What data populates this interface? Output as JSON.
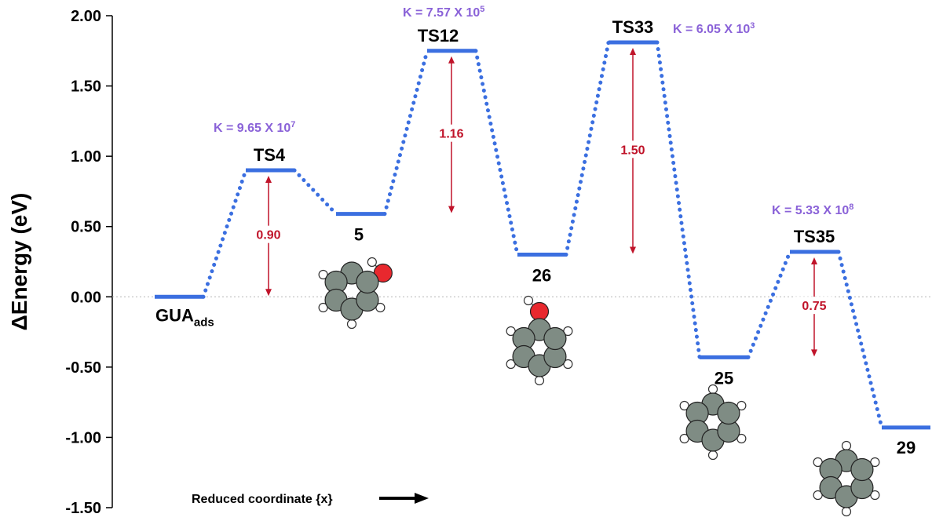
{
  "chart_data": {
    "type": "line",
    "title": "",
    "ylabel": "ΔEnergy (eV)",
    "xlabel": "Reduced coordinate {x}",
    "ylim": [
      -1.5,
      2.0
    ],
    "yticks": [
      "2.00",
      "1.50",
      "1.00",
      "0.50",
      "0.00",
      "-0.50",
      "-1.00",
      "-1.50"
    ],
    "zero_line": true,
    "colors": {
      "level": "#3b6fe0",
      "connector": "#3b6fe0",
      "k_text": "#8a62d8",
      "barrier": "#c0142a"
    },
    "states": [
      {
        "id": "gua",
        "label": "GUA",
        "label_sub": "ads",
        "energy": 0.0,
        "x": 0
      },
      {
        "id": "ts4",
        "label": "TS4",
        "energy": 0.9,
        "x": 1
      },
      {
        "id": "s5",
        "label": "5",
        "energy": 0.59,
        "x": 2
      },
      {
        "id": "ts12",
        "label": "TS12",
        "energy": 1.75,
        "x": 3
      },
      {
        "id": "s26",
        "label": "26",
        "energy": 0.3,
        "x": 4
      },
      {
        "id": "ts33",
        "label": "TS33",
        "energy": 1.81,
        "x": 5
      },
      {
        "id": "s25",
        "label": "25",
        "energy": -0.43,
        "x": 6
      },
      {
        "id": "ts35",
        "label": "TS35",
        "energy": 0.32,
        "x": 7
      },
      {
        "id": "s29",
        "label": "29",
        "energy": -0.93,
        "x": 8
      }
    ],
    "barriers": [
      {
        "ts": "ts4",
        "from": "gua",
        "value": "0.90"
      },
      {
        "ts": "ts12",
        "from": "s5",
        "value": "1.16"
      },
      {
        "ts": "ts33",
        "from": "s26",
        "value": "1.50"
      },
      {
        "ts": "ts35",
        "from": "s25",
        "value": "0.75"
      }
    ],
    "rate_constants": [
      {
        "ts": "ts4",
        "base": "K = 9.65 X 10",
        "exp": "7"
      },
      {
        "ts": "ts12",
        "base": "K = 7.57 X 10",
        "exp": "5"
      },
      {
        "ts": "ts33",
        "base": "K = 6.05 X 10",
        "exp": "3"
      },
      {
        "ts": "ts35",
        "base": "K = 5.33 X 10",
        "exp": "8"
      }
    ]
  }
}
